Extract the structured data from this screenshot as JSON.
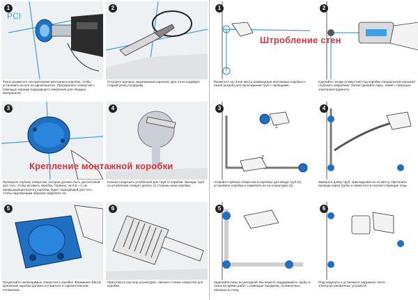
{
  "left_panel": {
    "overlay_title": "Крепление монтажной коробки",
    "steps": [
      {
        "number": "1",
        "text": "Точно разметьте оси крепления монтажных коробок, чтобы установить их все на одной высоте. Просверлите отверстия с помощью коронки подходящего сверления для твердых материалов."
      },
      {
        "number": "2",
        "text": "Отколите крупные, вырезанный коронкой. Для этого подойдет старый резец по дереву."
      },
      {
        "number": "3",
        "text": "Проверьте глубину отверстия, которое должно быть достаточной для того, чтобы вставить коробку. Глубина, на 0,5 – 1 см превышающая высоту коробки, будет подходящей для того, чтобы надлежащим образом закрепить ее."
      },
      {
        "number": "4",
        "text": "Начните вырезать углубления для труб от коробки. Выводы труб из углубления следует делать со стороны низа коробки."
      },
      {
        "number": "5",
        "text": "Проделайте необходимые отверстия в коробке. Внимание! Винты крепления коробки должны оставаться в горизонтальном положении."
      },
      {
        "number": "6",
        "text": "Приготовьте раствор штукатурки, смочите стенки отверстия для коробки."
      }
    ]
  },
  "right_panel": {
    "overlay_title": "Штробление стен",
    "steps": [
      {
        "number": "1",
        "text": "Разметьте на стене места размещения монтажных коробок и пазов (штроб) для прохождения труб с проводами."
      },
      {
        "number": "2",
        "text": "Сделайте гнезда (отверстия) под коробки специальной коронкой глубокого сверления. Затем сделайте пазы, также с помощью электроинструмента."
      },
      {
        "number": "3",
        "text": "Откройте нужные отверстия в коробках для ввода труб (1), установите коробки и закрепите их на штукатурке (2)."
      },
      {
        "number": "4",
        "text": "Замерьте длину труб, прикладывая их по месту. Протяните провода через трубы и поместите в соответствующие пазы."
      },
      {
        "number": "5",
        "text": "Заделайте пазы штукатуркой. Вы можете поддерживать трубы в пазах во время работ с помощью гвоздиков, оставленных насквозь в стену."
      },
      {
        "number": "6",
        "text": "Подсоедините и установите наружные части электроустановочных устройств."
      }
    ]
  }
}
